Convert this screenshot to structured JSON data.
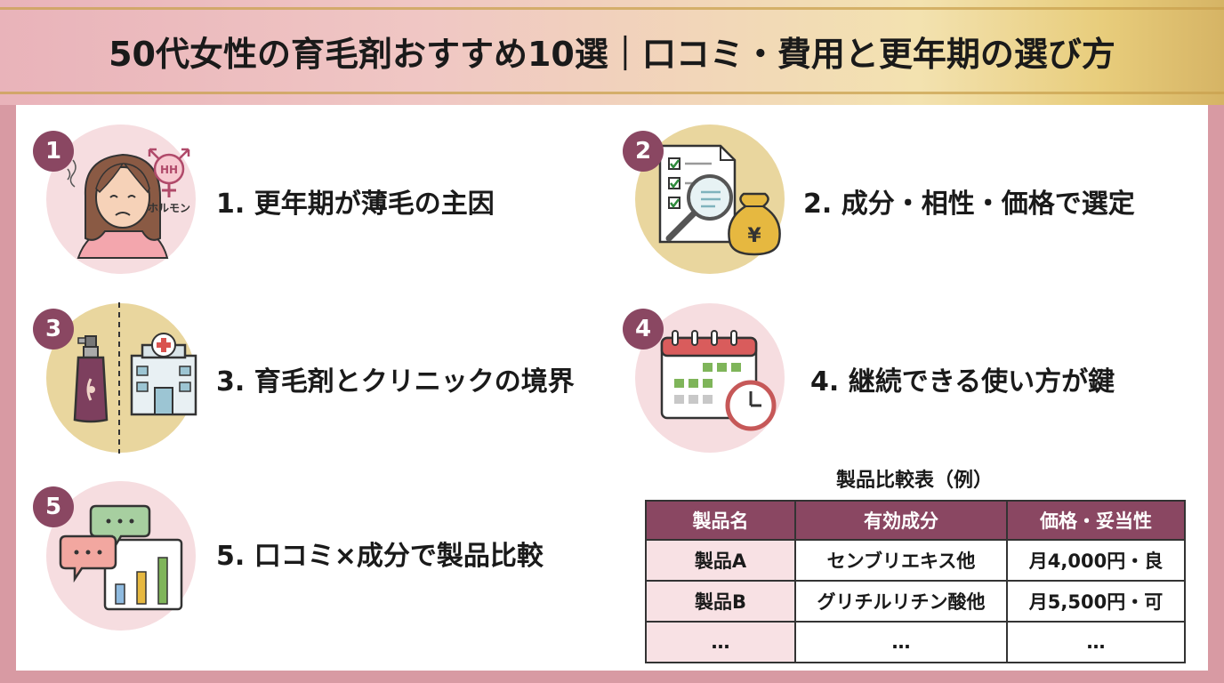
{
  "title": "50代女性の育毛剤おすすめ10選｜口コミ・費用と更年期の選び方",
  "items": [
    {
      "number": "1",
      "label": "1. 更年期が薄毛の主因",
      "icon": "woman-thinning-hair-hormone-icon",
      "icon_text": "ホルモン",
      "hormone_text": "HH"
    },
    {
      "number": "2",
      "label": "2. 成分・相性・価格で選定",
      "icon": "checklist-magnifier-money-bag-icon",
      "currency": "¥"
    },
    {
      "number": "3",
      "label": "3. 育毛剤とクリニックの境界",
      "icon": "spray-bottle-and-hospital-icon"
    },
    {
      "number": "4",
      "label": "4. 継続できる使い方が鍵",
      "icon": "calendar-clock-icon"
    },
    {
      "number": "5",
      "label": "5. 口コミ×成分で製品比較",
      "icon": "speech-bubbles-bar-chart-icon"
    }
  ],
  "table": {
    "title": "製品比較表（例）",
    "headers": [
      "製品名",
      "有効成分",
      "価格・妥当性"
    ],
    "rows": [
      [
        "製品A",
        "センブリエキス他",
        "月4,000円・良"
      ],
      [
        "製品B",
        "グリチルリチン酸他",
        "月5,500円・可"
      ],
      [
        "…",
        "…",
        "…"
      ]
    ]
  },
  "colors": {
    "badge": "#8a4762",
    "table_header": "#8a4762",
    "circle_pink": "#f6dde0",
    "circle_gold": "#e9d69e",
    "frame": "#d89aa3"
  }
}
